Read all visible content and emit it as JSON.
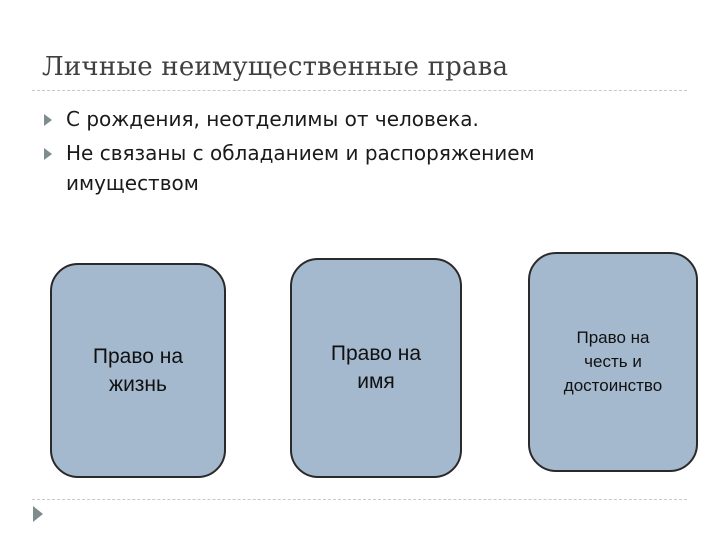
{
  "slide": {
    "title": "Личные неимущественные права",
    "bullets": [
      "С рождения, неотделимы от человека.",
      "Не связаны с обладанием и распоряжением имуществом"
    ],
    "cards": [
      {
        "label": "Право на\nжизнь"
      },
      {
        "label": "Право на\nимя"
      },
      {
        "label": "Право на\nчесть и\nдостоинство"
      }
    ]
  },
  "colors": {
    "card_fill": "#a4b8ce",
    "card_border": "#2a2a2a",
    "bullet_marker": "#7f8c8d",
    "title_text": "#404040"
  },
  "icons": {
    "bullet": "triangle-right-icon",
    "nav": "next-slide-arrow-icon"
  }
}
